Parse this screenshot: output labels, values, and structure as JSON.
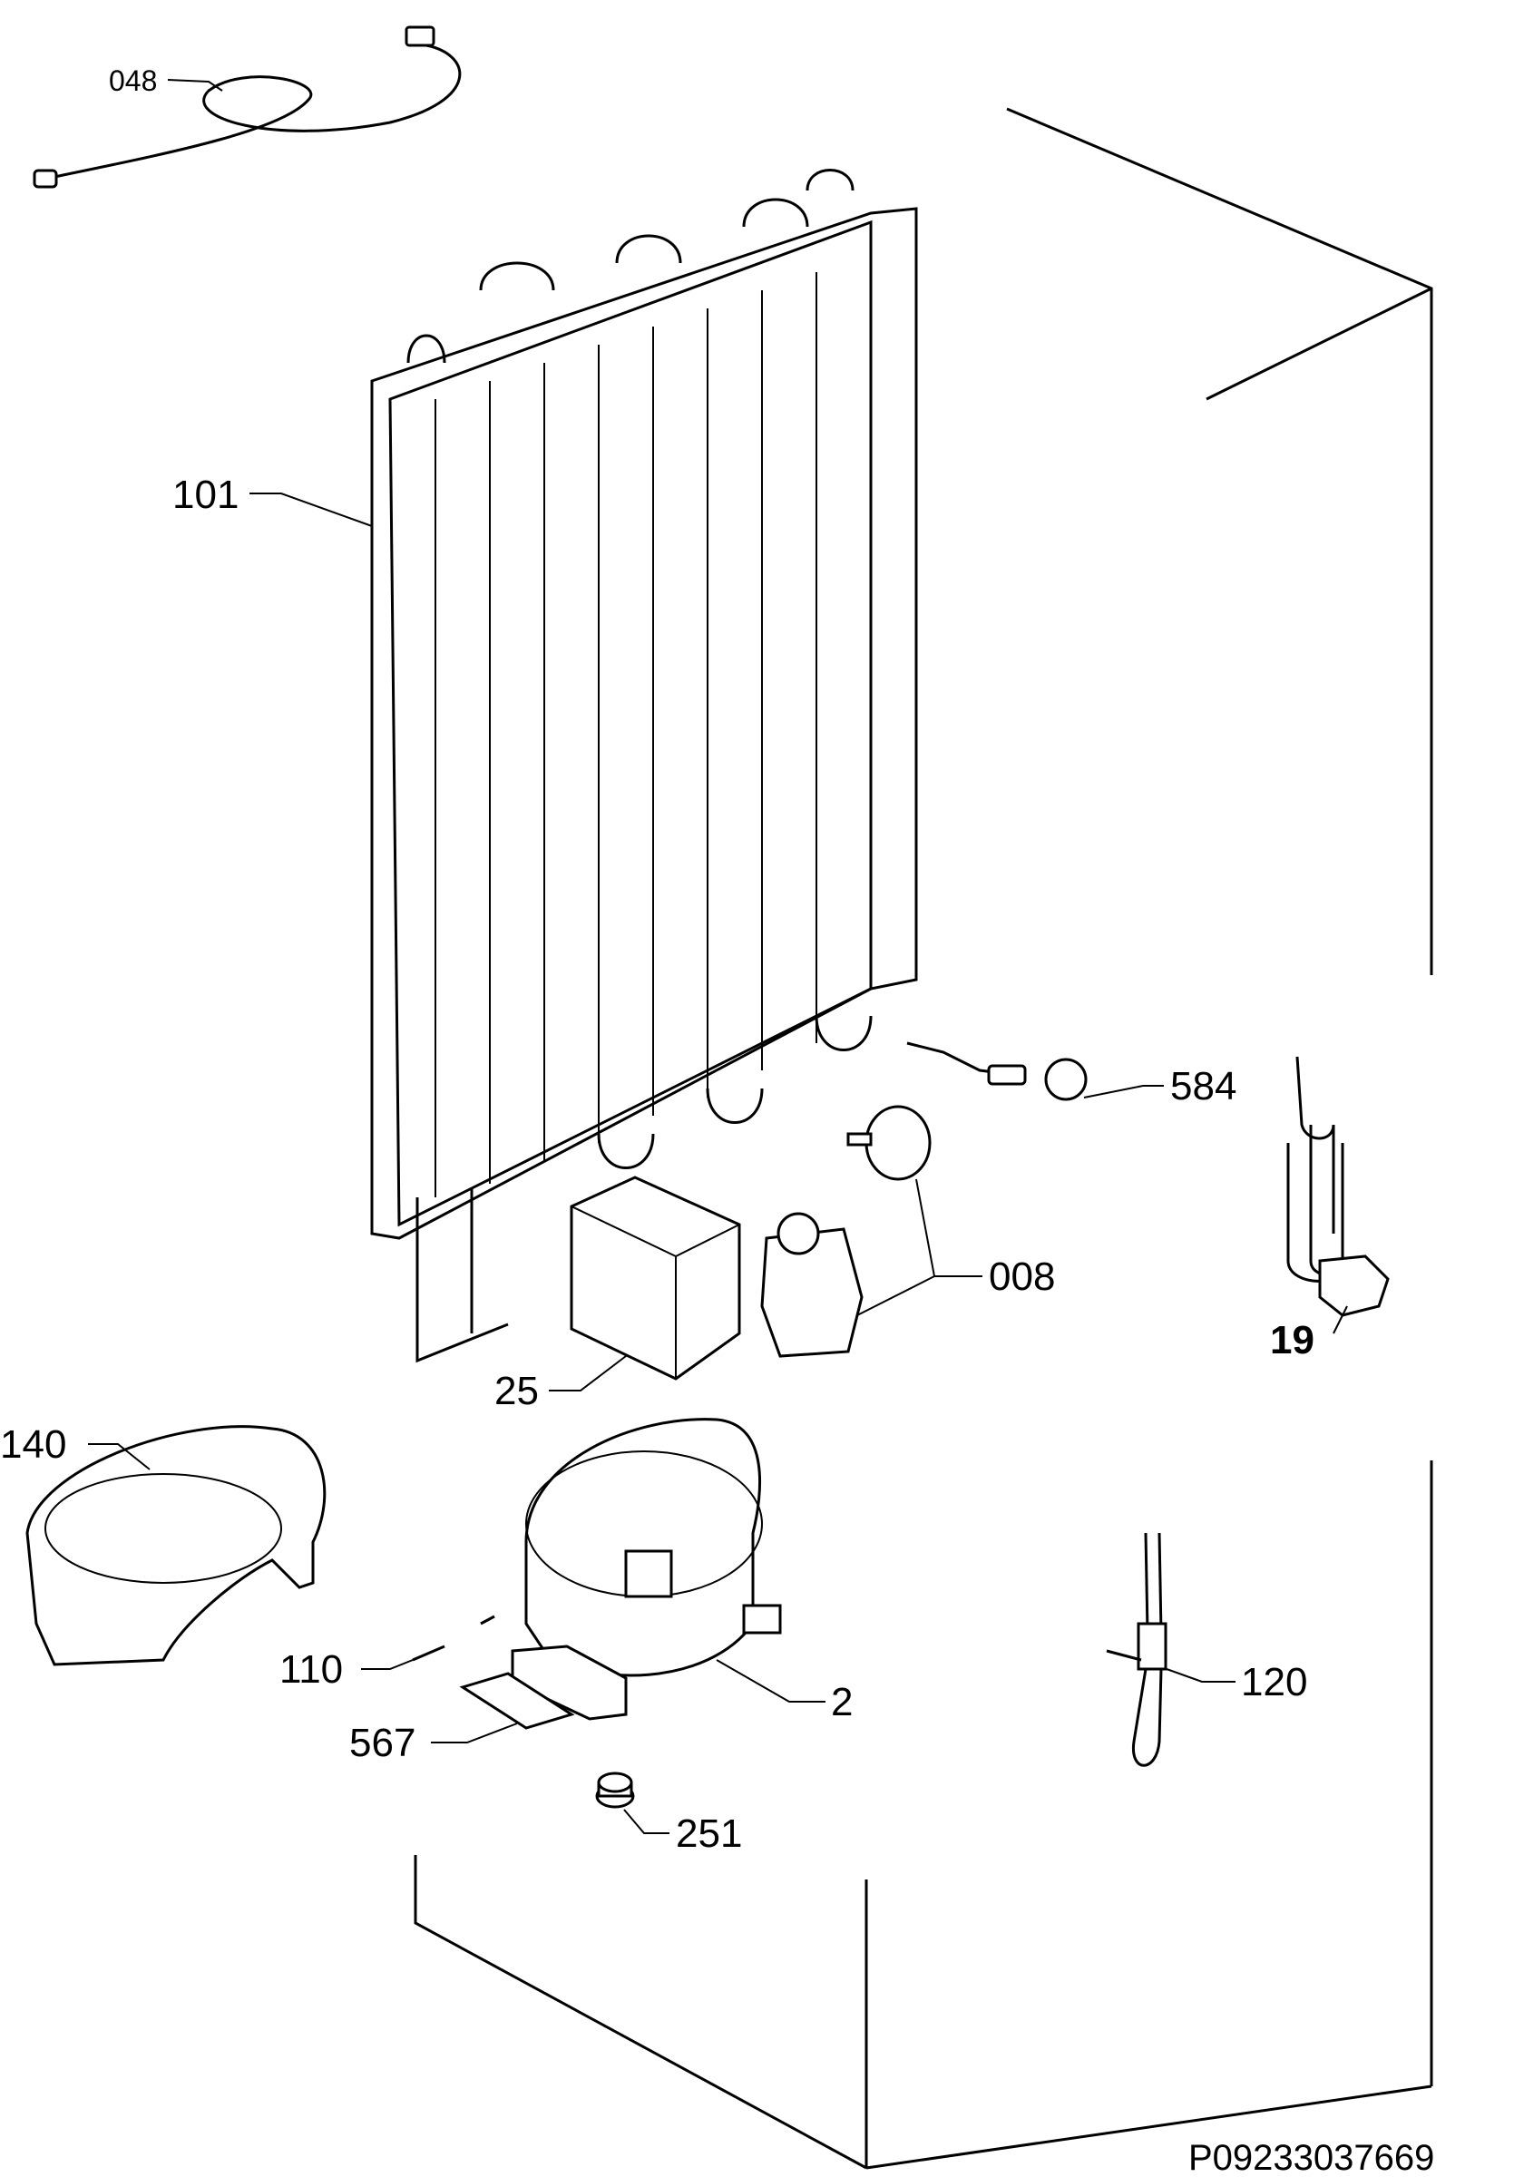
{
  "diagram": {
    "reference_code": "P09233037669",
    "callouts": {
      "c048": "048",
      "c101": "101",
      "c584": "584",
      "c008": "008",
      "c19": "19",
      "c25": "25",
      "c140": "140",
      "c110": "110",
      "c2": "2",
      "c567": "567",
      "c251": "251",
      "c120": "120"
    }
  }
}
